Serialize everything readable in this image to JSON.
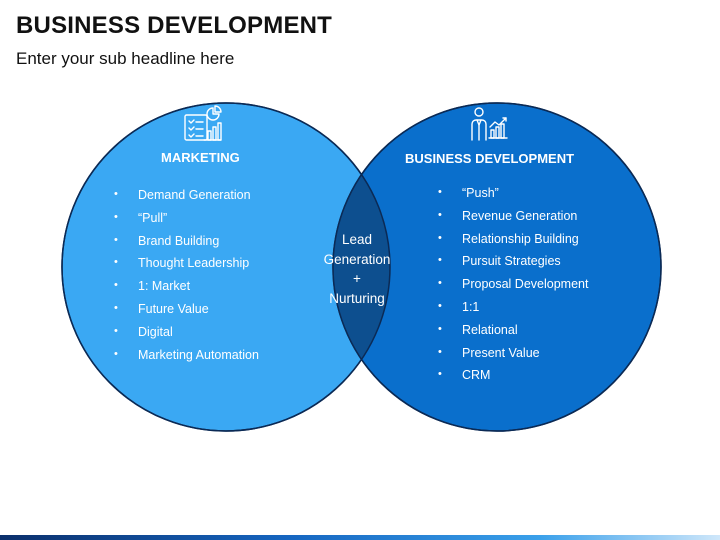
{
  "header": {
    "title": "BUSINESS DEVELOPMENT",
    "subtitle": "Enter your sub headline here"
  },
  "colors": {
    "left_circle": "#3aa8f3",
    "right_circle": "#0a6fcc",
    "overlap": "#0d4f8f",
    "outline": "#0b2a55"
  },
  "left": {
    "icon": "checklist-chart-icon",
    "heading": "MARKETING",
    "items": [
      "Demand Generation",
      "“Pull”",
      "Brand Building",
      "Thought Leadership",
      "1: Market",
      "Future Value",
      "Digital",
      "Marketing Automation"
    ]
  },
  "right": {
    "icon": "businessman-growth-chart-icon",
    "heading": "BUSINESS DEVELOPMENT",
    "items": [
      "“Push”",
      "Revenue Generation",
      "Relationship Building",
      "Pursuit Strategies",
      "Proposal Development",
      "1:1",
      "Relational",
      "Present Value",
      "CRM"
    ]
  },
  "overlap": {
    "line1": "Lead",
    "line2": "Generation",
    "line3": "+",
    "line4": "Nurturing"
  }
}
